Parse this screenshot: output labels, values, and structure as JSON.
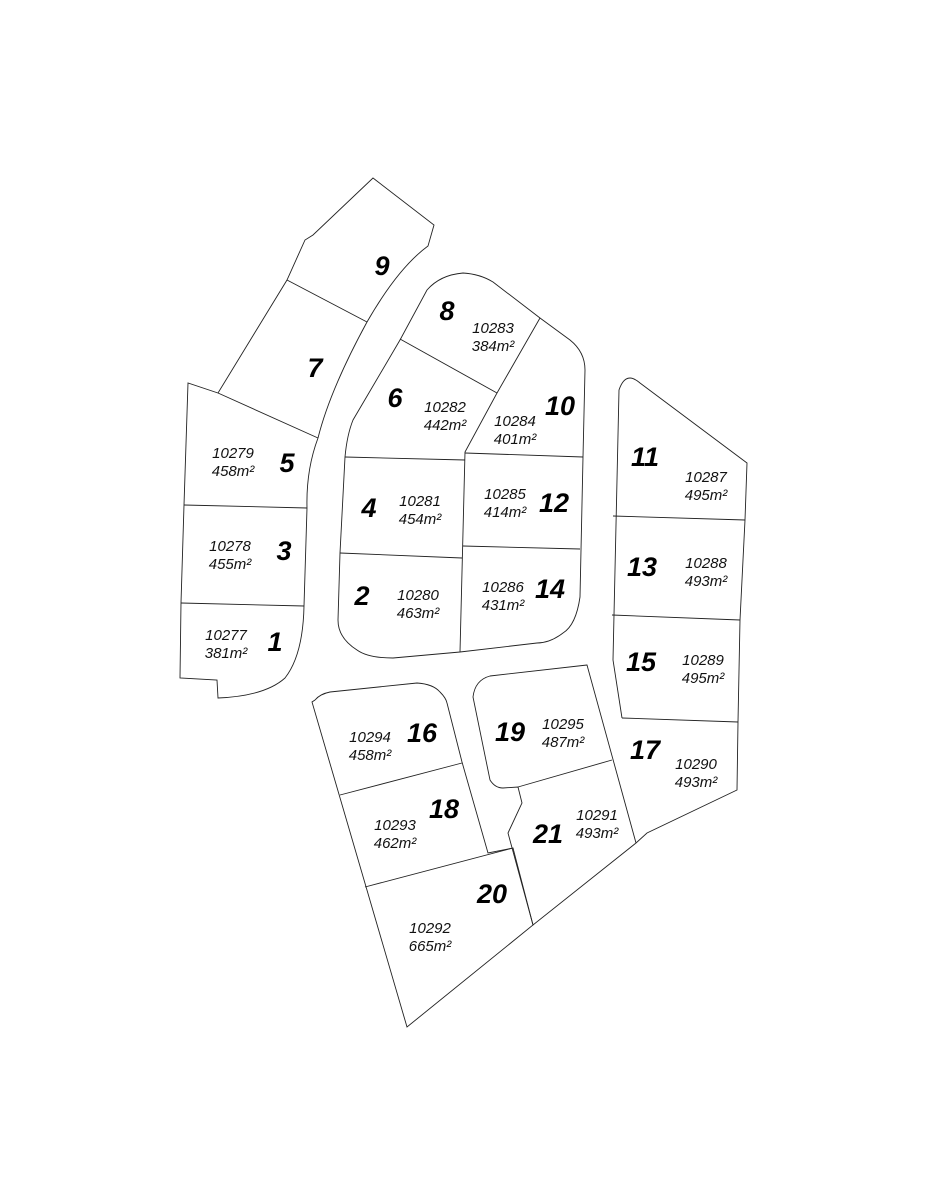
{
  "plan": {
    "line_color": "#222222",
    "area_unit": "m²",
    "lots": [
      {
        "number": "1",
        "id": "10277",
        "area": "381m²"
      },
      {
        "number": "2",
        "id": "10280",
        "area": "463m²"
      },
      {
        "number": "3",
        "id": "10278",
        "area": "455m²"
      },
      {
        "number": "4",
        "id": "10281",
        "area": "454m²"
      },
      {
        "number": "5",
        "id": "10279",
        "area": "458m²"
      },
      {
        "number": "6",
        "id": "10282",
        "area": "442m²"
      },
      {
        "number": "7",
        "id": null,
        "area": null
      },
      {
        "number": "8",
        "id": "10283",
        "area": "384m²"
      },
      {
        "number": "9",
        "id": null,
        "area": null
      },
      {
        "number": "10",
        "id": "10284",
        "area": "401m²"
      },
      {
        "number": "11",
        "id": "10287",
        "area": "495m²"
      },
      {
        "number": "12",
        "id": "10285",
        "area": "414m²"
      },
      {
        "number": "13",
        "id": "10288",
        "area": "493m²"
      },
      {
        "number": "14",
        "id": "10286",
        "area": "431m²"
      },
      {
        "number": "15",
        "id": "10289",
        "area": "495m²"
      },
      {
        "number": "16",
        "id": "10294",
        "area": "458m²"
      },
      {
        "number": "17",
        "id": "10290",
        "area": "493m²"
      },
      {
        "number": "18",
        "id": "10293",
        "area": "462m²"
      },
      {
        "number": "19",
        "id": "10295",
        "area": "487m²"
      },
      {
        "number": "20",
        "id": "10292",
        "area": "665m²"
      },
      {
        "number": "21",
        "id": "10291",
        "area": "493m²"
      }
    ]
  }
}
